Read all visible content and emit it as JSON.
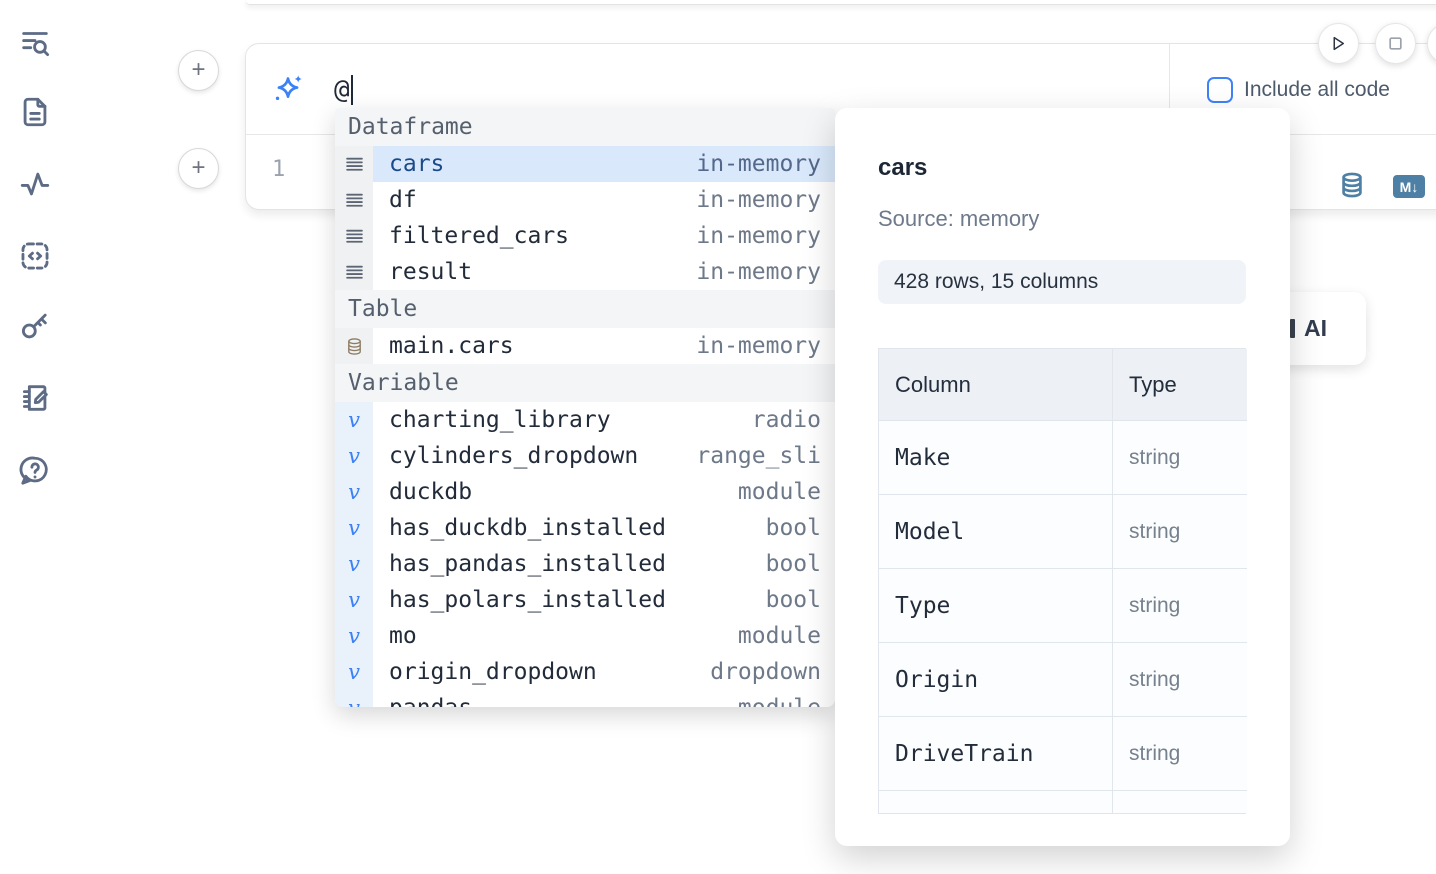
{
  "colors": {
    "accent_blue": "#3b82f6",
    "steel_blue": "#4e80a6",
    "selection_bg": "#d9e9fb",
    "sidebar_icon": "#5d6b85"
  },
  "sidebar": {
    "items": [
      {
        "icon": "scratchpad-search-icon"
      },
      {
        "icon": "file-document-icon"
      },
      {
        "icon": "activity-icon"
      },
      {
        "icon": "code-snippet-icon"
      },
      {
        "icon": "key-icon"
      },
      {
        "icon": "notebook-pen-icon"
      },
      {
        "icon": "help-chat-icon"
      }
    ]
  },
  "toolbar": {
    "run_icon": "play-icon",
    "stop_icon": "stop-icon"
  },
  "prompt_cell": {
    "add_button_label": "+",
    "input_value": "@",
    "include_all_code_label": "Include all code",
    "checkbox_checked": false,
    "line_number": "1",
    "cell_type_icons": [
      "database-icon",
      "markdown-icon"
    ],
    "markdown_badge_text": "M↓"
  },
  "autocomplete": {
    "sections": [
      {
        "label": "Dataframe",
        "icon": "rows-icon",
        "items": [
          {
            "name": "cars",
            "type": "in-memory",
            "selected": true
          },
          {
            "name": "df",
            "type": "in-memory"
          },
          {
            "name": "filtered_cars",
            "type": "in-memory"
          },
          {
            "name": "result",
            "type": "in-memory"
          }
        ]
      },
      {
        "label": "Table",
        "icon": "database-icon",
        "items": [
          {
            "name": "main.cars",
            "type": "in-memory"
          }
        ]
      },
      {
        "label": "Variable",
        "icon": "variable-icon",
        "items": [
          {
            "name": "charting_library",
            "type": "radio"
          },
          {
            "name": "cylinders_dropdown",
            "type": "range_sli"
          },
          {
            "name": "duckdb",
            "type": "module"
          },
          {
            "name": "has_duckdb_installed",
            "type": "bool"
          },
          {
            "name": "has_pandas_installed",
            "type": "bool"
          },
          {
            "name": "has_polars_installed",
            "type": "bool"
          },
          {
            "name": "mo",
            "type": "module"
          },
          {
            "name": "origin_dropdown",
            "type": "dropdown"
          },
          {
            "name": "pandas",
            "type": "module",
            "clipped": true
          }
        ]
      }
    ]
  },
  "preview_panel": {
    "title": "cars",
    "source": "Source: memory",
    "shape_badge": "428 rows, 15 columns",
    "table": {
      "headers": [
        "Column",
        "Type"
      ],
      "rows": [
        {
          "column": "Make",
          "type": "string"
        },
        {
          "column": "Model",
          "type": "string"
        },
        {
          "column": "Type",
          "type": "string"
        },
        {
          "column": "Origin",
          "type": "string"
        },
        {
          "column": "DriveTrain",
          "type": "string"
        }
      ],
      "clipped_extra_row": true
    }
  },
  "ai_button": {
    "label": "AI"
  }
}
